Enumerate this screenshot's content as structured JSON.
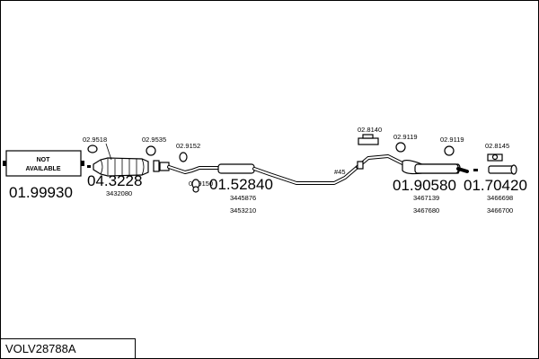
{
  "model_code": "VOLV28788A",
  "not_available": {
    "line1": "NOT",
    "line2": "AVAILABLE"
  },
  "parts": {
    "front": {
      "number": "01.99930"
    },
    "catalyst": {
      "number": "04.3228",
      "ref": "3432080"
    },
    "middle": {
      "number": "01.52840",
      "ref1": "3445876",
      "ref2": "3453210"
    },
    "rear": {
      "number": "01.90580",
      "ref1": "3467139",
      "ref2": "3467680"
    },
    "tail": {
      "number": "01.70420",
      "ref1": "3466698",
      "ref2": "3466700"
    }
  },
  "fittings": {
    "f1": "02.9518",
    "f2": "02.9535",
    "f3": "02.9152",
    "f4": "02.9150",
    "f5": "02.8140",
    "f6": "02.9119",
    "f7": "02.9119",
    "f8": "02.8145",
    "angle_label": "#45"
  }
}
